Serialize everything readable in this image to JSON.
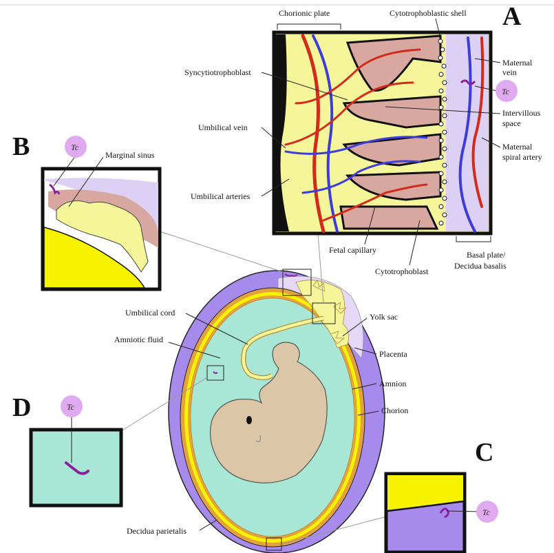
{
  "panels": {
    "a": "A",
    "b": "B",
    "c": "C",
    "d": "D"
  },
  "parasite_label": "Tc",
  "labels_a": {
    "chorionic_plate": "Chorionic plate",
    "cytotrophoblastic_shell": "Cytotrophoblastic shell",
    "syncytiotrophoblast": "Syncytiotrophoblast",
    "maternal_vein_1": "Maternal",
    "maternal_vein_2": "vein",
    "umbilical_vein": "Umbilical vein",
    "intervillous_1": "Intervillous",
    "intervillous_2": "space",
    "maternal_spiral_1": "Maternal",
    "maternal_spiral_2": "spiral artery",
    "umbilical_arteries": "Umbilical arteries",
    "fetal_capillary": "Fetal capillary",
    "basal_plate_1": "Basal plate/",
    "basal_plate_2": "Decidua basalis",
    "cytotrophoblast": "Cytotrophoblast"
  },
  "labels_b": {
    "marginal_sinus": "Marginal sinus"
  },
  "labels_main": {
    "umbilical_cord": "Umbilical cord",
    "yolk_sac": "Yolk sac",
    "amniotic_fluid": "Amniotic fluid",
    "placenta": "Placenta",
    "amnion": "Amnion",
    "chorion": "Chorion",
    "decidua_parietalis": "Decidua parietalis"
  },
  "colors": {
    "chorion_purple": "#a78bec",
    "lavender": "#d9ccf5",
    "amniotic_fluid": "#a8e6d6",
    "fetus": "#dcc6a8",
    "yellow": "#f5f59a",
    "bright_yellow": "#f6f200",
    "orange": "#e3a23c",
    "villus_pink": "#d8a8a0",
    "artery_red": "#d42a1a",
    "vein_blue": "#3d3ddc",
    "parasite": "#8a1fa0",
    "tc_circle": "#e0aaf0"
  }
}
